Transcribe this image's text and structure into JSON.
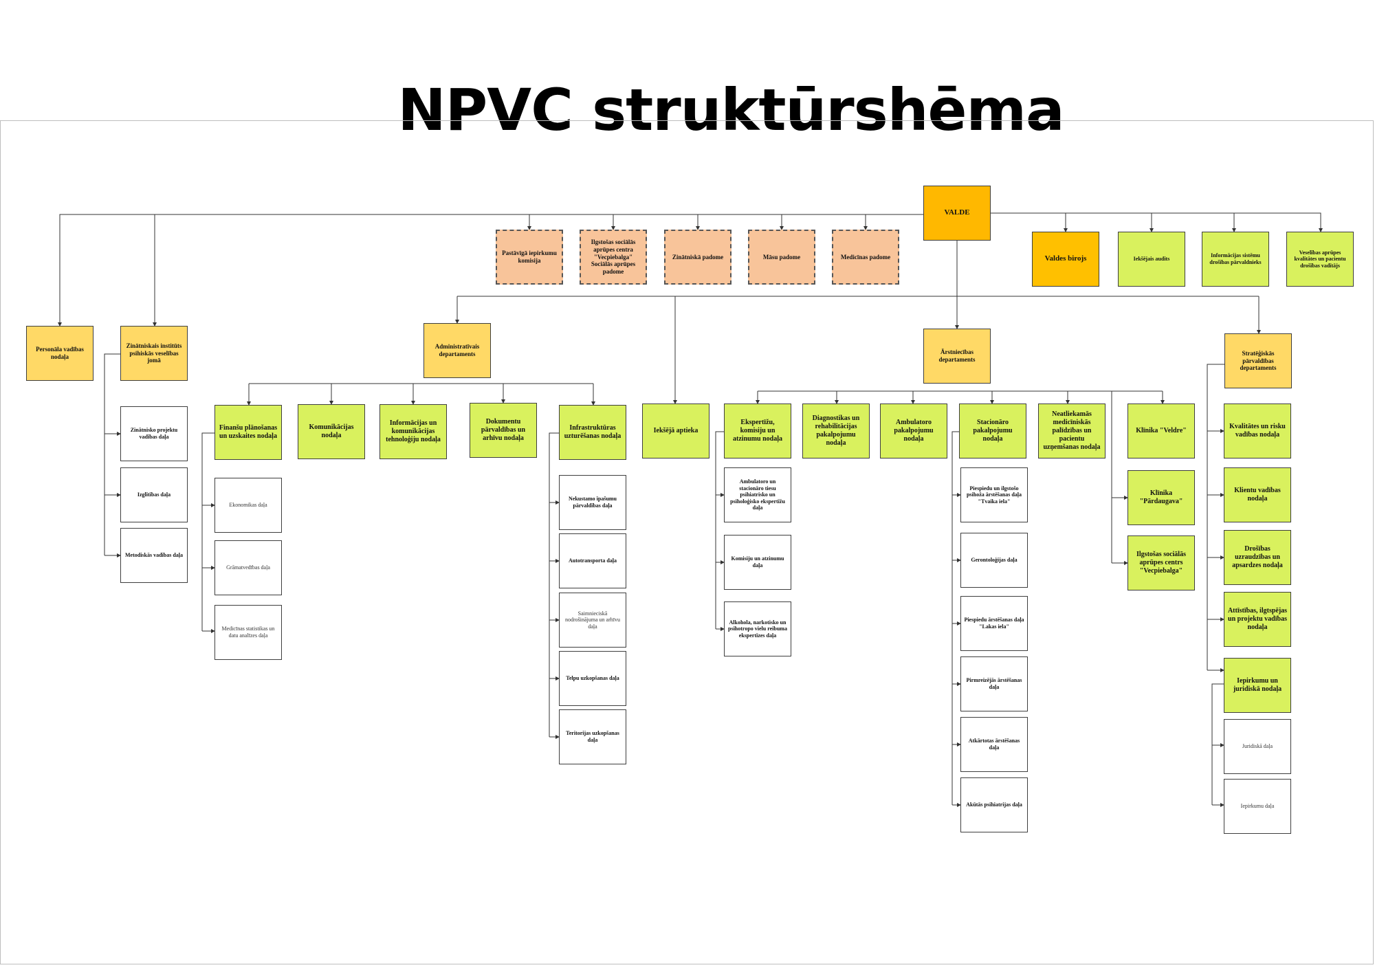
{
  "title": "NPVC struktūrshēma",
  "colors": {
    "valde": "#ffb800",
    "office": "#ffc000",
    "department": "#ffd966",
    "unit": "#d9f15e",
    "council": "#f8c49a",
    "subunit": "#ffffff"
  },
  "top": {
    "valde": "VALDE",
    "valdes_birojs": "Valdes birojs",
    "iekseja_audita": "Iekšējais audits",
    "info_drosiba": "Informācijas sistēmu drošības pārvaldnieks",
    "kvalitate": "Veselības aprūpes kvalitātes un pacientu drošības vadītājs"
  },
  "councils": [
    "Pastāvīgā iepirkumu komisija",
    "Ilgstošas sociālās aprūpes centra \"Vecpiebalga\" Sociālās aprūpes padome",
    "Zinātniskā padome",
    "Māsu padome",
    "Medicīnas padome"
  ],
  "left": {
    "personala": "Personāla vadības nodaļa",
    "zinatniskais": "Zinātniskais institūts psihiskās veselības jomā",
    "zin_sub": [
      "Zinātnisko projektu vadības daļa",
      "Izglītības daļa",
      "Metodiskās vadības daļa"
    ]
  },
  "admin": {
    "title": "Administratīvais departaments",
    "units": [
      "Finanšu plānošanas un uzskaites nodaļa",
      "Komunikācijas nodaļa",
      "Informācijas un komunikācijas tehnoloģiju nodaļa",
      "Dokumentu pārvaldības un arhīvu nodaļa",
      "Infrastruktūras uzturēšanas nodaļa"
    ],
    "finance_sub": [
      "Ekonomikas daļa",
      "Grāmatvedības daļa",
      "Medicīnas statistikas un datu analīzes daļa"
    ],
    "infra_sub": [
      "Nekustamo īpašumu pārvaldības daļa",
      "Autotransporta daļa",
      "Saimnieciskā nodrošinājuma un arhīvu daļa",
      "Telpu uzkopšanas daļa",
      "Teritorijas uzkopšanas daļa"
    ]
  },
  "aptieka": "Iekšējā aptieka",
  "arst": {
    "title": "Ārstniecības departaments",
    "units": [
      "Ekspertīžu, komisiju un atzinumu nodaļa",
      "Diagnostikas un rehabilitācijas pakalpojumu nodaļa",
      "Ambulatoro pakalpojumu nodaļa",
      "Stacionāro pakalpojumu nodaļa",
      "Neatliekamās medicīniskās palīdzības un pacientu uzņemšanas nodaļa"
    ],
    "eksp_sub": [
      "Ambulatoro un stacionāro tiesu psihiatrisko un psiholoģisko ekspertīžu daļa",
      "Komisiju un atzinumu daļa",
      "Alkohola, narkotisko un psihotropo vielu reibuma ekspertīzes daļa"
    ],
    "stac_sub": [
      "Piespiedu un ilgstošo psihoža ārstēšanas daļa \"Tvaika iela\"",
      "Gerontoloģijas daļa",
      "Piespiedu ārstēšanas daļa \"Lakas iela\"",
      "Pirmreizējās ārstēšanas daļa",
      "Atkārtotas ārstēšanas daļa",
      "Akūtās psihiatrijas daļa"
    ],
    "klinikas": [
      "Klīnika \"Veldre\"",
      "Klīnika \"Pārdaugava\"",
      "Ilgstošas sociālās aprūpes centrs \"Vecpiebalga\""
    ]
  },
  "strat": {
    "title": "Stratēģiskās pārvaldības departaments",
    "units": [
      "Kvalitātes un risku vadības nodaļa",
      "Klientu vadības nodaļa",
      "Drošības uzraudzības un apsardzes nodaļa",
      "Attīstības, ilgtspējas un projektu vadības nodaļa",
      "Iepirkumu un juridiskā nodaļa"
    ],
    "jur_sub": [
      "Juridiskā daļa",
      "Iepirkumu daļa"
    ]
  }
}
